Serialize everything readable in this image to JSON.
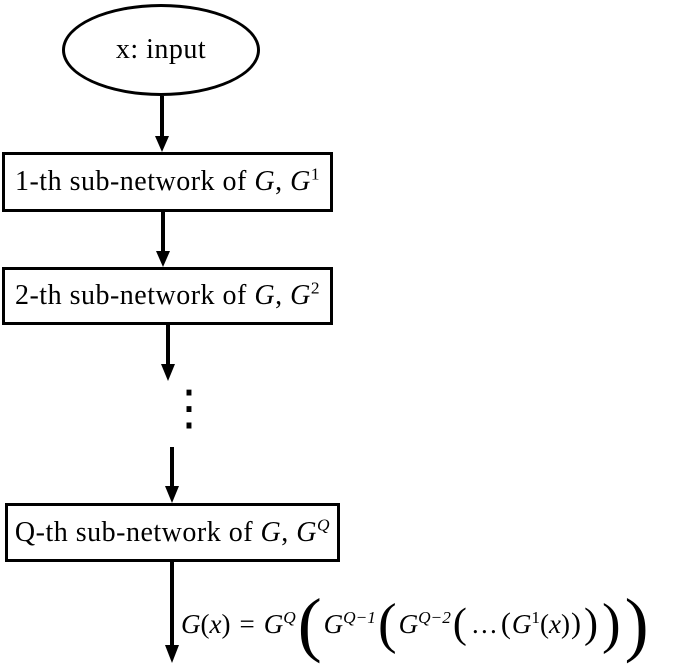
{
  "colors": {
    "ink": "#000000",
    "background": "#ffffff"
  },
  "diagram": {
    "type": "flowchart",
    "nodes": {
      "input": {
        "shape": "ellipse",
        "label": "x: input"
      },
      "sub1": {
        "shape": "rect",
        "prefix": "1-th sub-network of ",
        "var1": "G",
        "sep": ", ",
        "var2": "G",
        "sup": "1"
      },
      "sub2": {
        "shape": "rect",
        "prefix": "2-th sub-network of ",
        "var1": "G",
        "sep": ", ",
        "var2": "G",
        "sup": "2"
      },
      "subQ": {
        "shape": "rect",
        "prefix": "Q-th sub-network of ",
        "var1": "G",
        "sep": ", ",
        "var2": "G",
        "sup": "Q"
      }
    },
    "connector_ellipsis": "⋮",
    "edges": [
      {
        "from": "input",
        "to": "sub1"
      },
      {
        "from": "sub1",
        "to": "sub2"
      },
      {
        "from": "sub2",
        "to": "ellipsis"
      },
      {
        "from": "ellipsis",
        "to": "subQ"
      },
      {
        "from": "subQ",
        "to": "output-formula"
      }
    ]
  },
  "formula": {
    "fG": "G",
    "fx": "x",
    "open": "(",
    "close": ")",
    "eq": "=",
    "supQ": "Q",
    "supQm1": "Q−1",
    "supQm2": "Q−2",
    "sup1": "1",
    "dots": "…"
  }
}
